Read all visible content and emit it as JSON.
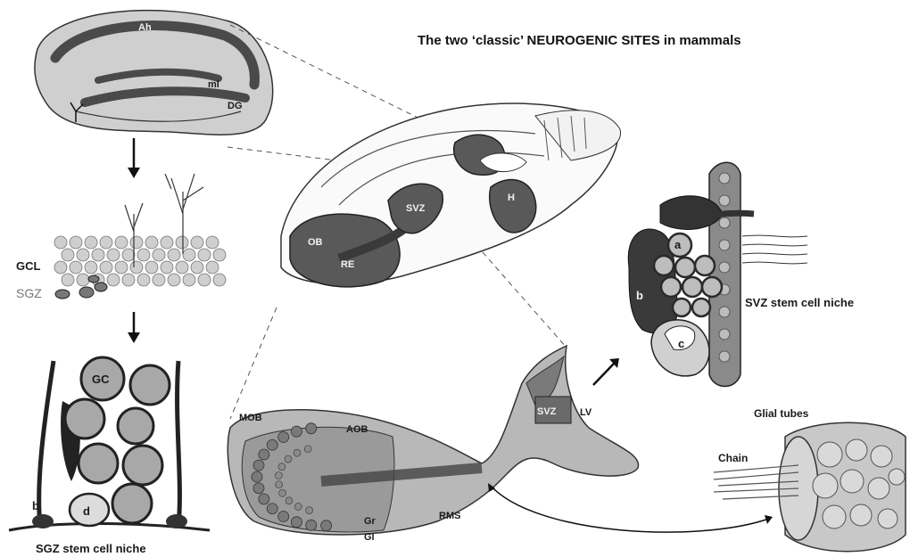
{
  "title": "The two ‘classic’ NEUROGENIC SITES in mammals",
  "hippocampus": {
    "ah": "Ah",
    "ml": "ml",
    "dg": "DG",
    "gcl": "GCL",
    "sgz": "SGZ",
    "gc": "GC",
    "b": "b",
    "d": "d",
    "niche": "SGZ stem cell niche"
  },
  "brain": {
    "ob": "OB",
    "re": "RE",
    "svz": "SVZ",
    "h": "H"
  },
  "svz_niche": {
    "a": "a",
    "b": "b",
    "c": "c",
    "niche": "SVZ stem cell niche"
  },
  "bulb": {
    "mob": "MOB",
    "aob": "AOB",
    "gr": "Gr",
    "gl": "Gl",
    "rms": "RMS",
    "svz": "SVZ",
    "lv": "LV"
  },
  "tubes": {
    "glial": "Glial tubes",
    "chain": "Chain"
  },
  "colors": {
    "dark": "#4a4a4a",
    "mid": "#8c8c8c",
    "light": "#cfcfcf",
    "ink": "#1a1a1a"
  }
}
